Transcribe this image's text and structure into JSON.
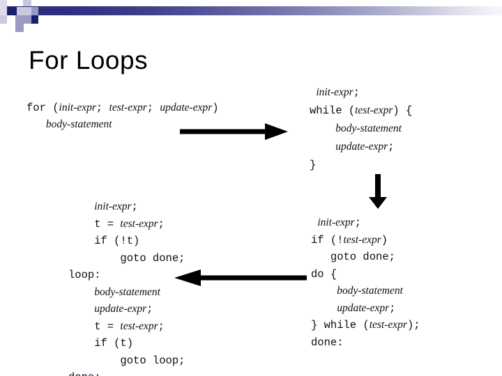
{
  "slide": {
    "title": "For Loops",
    "background_color": "#ffffff",
    "accent_color": "#1d1d6e"
  },
  "header": {
    "gradient_from": "#2b2b7a",
    "gradient_to": "#f7f7fb",
    "decoration_name": "checker-squares-motif"
  },
  "code_blocks": [
    {
      "id": "for-loop",
      "name": "for-loop-code",
      "lines": [
        [
          {
            "t": "for ",
            "s": "mono"
          },
          {
            "t": "(",
            "s": "mono"
          },
          {
            "t": "init-expr",
            "s": "ital"
          },
          {
            "t": "; ",
            "s": "mono"
          },
          {
            "t": "test-expr",
            "s": "ital"
          },
          {
            "t": "; ",
            "s": "mono"
          },
          {
            "t": "update-expr",
            "s": "ital"
          },
          {
            "t": ")",
            "s": "mono"
          }
        ],
        [
          {
            "t": "   ",
            "s": "mono"
          },
          {
            "t": "body-statement",
            "s": "ital"
          }
        ]
      ]
    },
    {
      "id": "while-loop",
      "name": "while-loop-code",
      "lines": [
        [
          {
            "t": " ",
            "s": "mono"
          },
          {
            "t": "init-expr",
            "s": "ital"
          },
          {
            "t": ";",
            "s": "mono"
          }
        ],
        [
          {
            "t": "while ",
            "s": "mono"
          },
          {
            "t": "(",
            "s": "mono"
          },
          {
            "t": "test-expr",
            "s": "ital"
          },
          {
            "t": ") {",
            "s": "mono"
          }
        ],
        [
          {
            "t": "    ",
            "s": "mono"
          },
          {
            "t": "body-statement",
            "s": "ital"
          }
        ],
        [
          {
            "t": "    ",
            "s": "mono"
          },
          {
            "t": "update-expr",
            "s": "ital"
          },
          {
            "t": ";",
            "s": "mono"
          }
        ],
        [
          {
            "t": "}",
            "s": "mono"
          }
        ]
      ]
    },
    {
      "id": "goto-loop",
      "name": "goto-loop-code",
      "lines": [
        [
          {
            "t": "    ",
            "s": "mono"
          },
          {
            "t": "init-expr",
            "s": "ital"
          },
          {
            "t": ";",
            "s": "mono"
          }
        ],
        [
          {
            "t": "    t = ",
            "s": "mono"
          },
          {
            "t": "test-expr",
            "s": "ital"
          },
          {
            "t": ";",
            "s": "mono"
          }
        ],
        [
          {
            "t": "    if (!t)",
            "s": "mono"
          }
        ],
        [
          {
            "t": "        goto done;",
            "s": "mono"
          }
        ],
        [
          {
            "t": "loop:",
            "s": "mono"
          }
        ],
        [
          {
            "t": "    ",
            "s": "mono"
          },
          {
            "t": "body-statement",
            "s": "ital"
          }
        ],
        [
          {
            "t": "    ",
            "s": "mono"
          },
          {
            "t": "update-expr",
            "s": "ital"
          },
          {
            "t": ";",
            "s": "mono"
          }
        ],
        [
          {
            "t": "    t = ",
            "s": "mono"
          },
          {
            "t": "test-expr",
            "s": "ital"
          },
          {
            "t": ";",
            "s": "mono"
          }
        ],
        [
          {
            "t": "    if (t)",
            "s": "mono"
          }
        ],
        [
          {
            "t": "        goto loop;",
            "s": "mono"
          }
        ],
        [
          {
            "t": "done:",
            "s": "mono"
          }
        ]
      ]
    },
    {
      "id": "do-while-loop",
      "name": "do-while-loop-code",
      "lines": [
        [
          {
            "t": " ",
            "s": "mono"
          },
          {
            "t": "init-expr",
            "s": "ital"
          },
          {
            "t": ";",
            "s": "mono"
          }
        ],
        [
          {
            "t": "if (!",
            "s": "mono"
          },
          {
            "t": "test-expr",
            "s": "ital"
          },
          {
            "t": ")",
            "s": "mono"
          }
        ],
        [
          {
            "t": "   goto done;",
            "s": "mono"
          }
        ],
        [
          {
            "t": "do {",
            "s": "mono"
          }
        ],
        [
          {
            "t": "    ",
            "s": "mono"
          },
          {
            "t": "body-statement",
            "s": "ital"
          }
        ],
        [
          {
            "t": "    ",
            "s": "mono"
          },
          {
            "t": "update-expr",
            "s": "ital"
          },
          {
            "t": ";",
            "s": "mono"
          }
        ],
        [
          {
            "t": "} while (",
            "s": "mono"
          },
          {
            "t": "test-expr",
            "s": "ital"
          },
          {
            "t": ");",
            "s": "mono"
          }
        ],
        [
          {
            "t": "done:",
            "s": "mono"
          }
        ]
      ]
    }
  ],
  "arrows": [
    {
      "id": "arrow-for-to-while",
      "direction": "right",
      "color": "#000000"
    },
    {
      "id": "arrow-while-to-dowhile",
      "direction": "down",
      "color": "#000000"
    },
    {
      "id": "arrow-dowhile-to-goto",
      "direction": "left",
      "color": "#000000"
    }
  ]
}
